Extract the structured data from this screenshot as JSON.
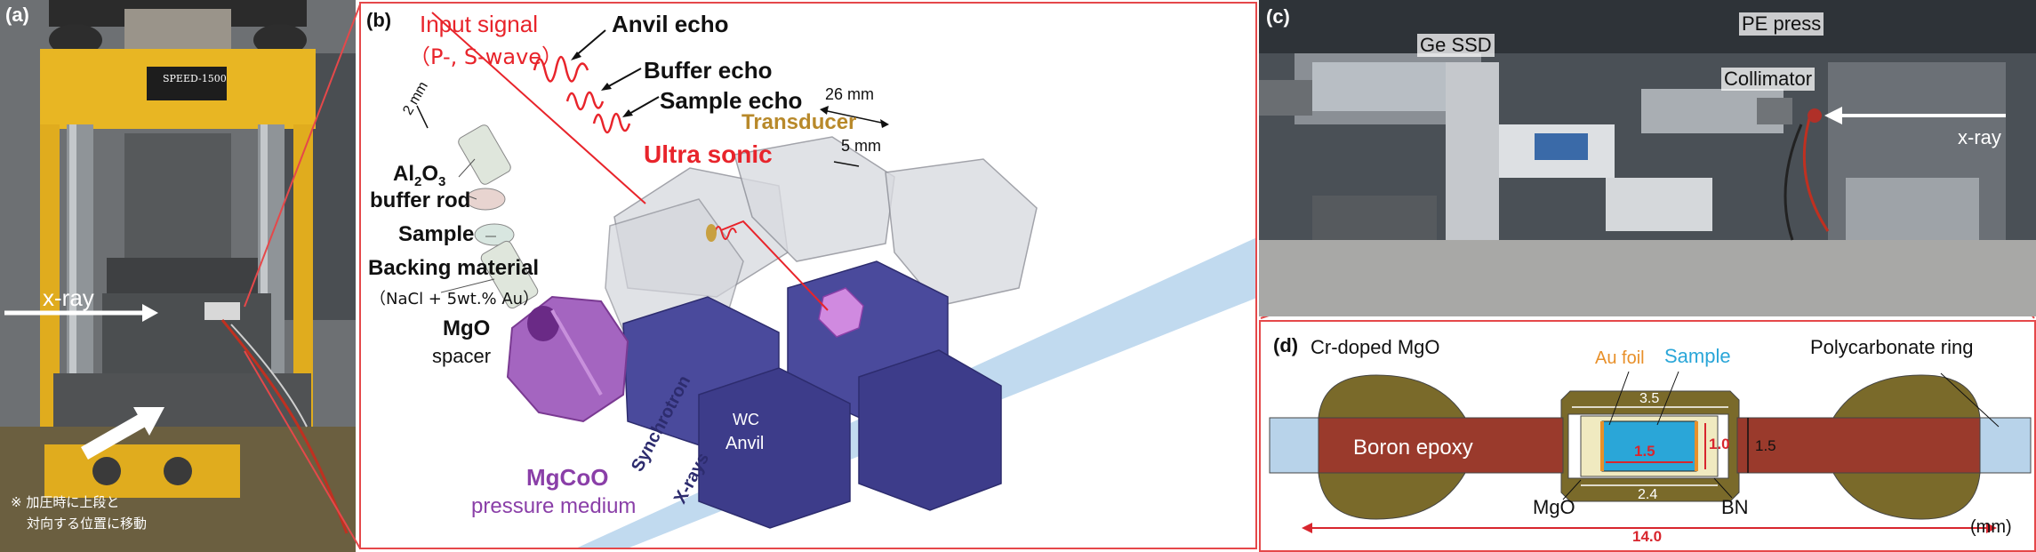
{
  "panel_a": {
    "tag": "(a)",
    "press_label": "SPEED-1500",
    "xray": "x-ray",
    "note_line1": "※ 加圧時に上段と",
    "note_line2": "対向する位置に移動"
  },
  "panel_b": {
    "tag": "(b)",
    "input_signal": "Input signal",
    "input_signal_sub": "（P-, S-wave）",
    "anvil_echo": "Anvil echo",
    "buffer_echo": "Buffer echo",
    "sample_echo": "Sample echo",
    "ultra_sonic": "Ultra sonic",
    "transducer": "Transducer",
    "dim_2mm": "2 mm",
    "dim_26mm": "26 mm",
    "dim_5mm": "5 mm",
    "buffer_rod_chem": "Al",
    "buffer_rod_sub2": "2",
    "buffer_rod_o": "O",
    "buffer_rod_sub3": "3",
    "buffer_rod": "buffer rod",
    "sample": "Sample",
    "backing": "Backing material",
    "backing_sub": "（NaCl + 5wt.% Au）",
    "mgo": "MgO",
    "spacer": "spacer",
    "mgcoo": "MgCoO",
    "pressure_medium": "pressure medium",
    "synchrotron": "Synchrotron",
    "xrays": "X-rays",
    "wc": "WC",
    "anvil": "Anvil",
    "colors": {
      "red": "#e8242b",
      "gold": "#b8892a",
      "purple": "#8a3fa8",
      "navy": "#3d3c8a"
    }
  },
  "panel_c": {
    "tag": "(c)",
    "ge_ssd": "Ge SSD",
    "pe_press": "PE press",
    "collimator": "Collimator",
    "xray": "x-ray"
  },
  "panel_d": {
    "tag": "(d)",
    "cr_mgo": "Cr-doped MgO",
    "au_foil": "Au foil",
    "sample": "Sample",
    "polycarbonate": "Polycarbonate ring",
    "boron_epoxy": "Boron epoxy",
    "v35": "3.5",
    "v15a": "1.5",
    "v10": "1.0",
    "v15b": "1.5",
    "v24": "2.4",
    "mgo": "MgO",
    "bn": "BN",
    "v140": "14.0",
    "unit": "(mm)",
    "colors": {
      "olive": "#7a6a2a",
      "brick": "#9a3a2c",
      "lightblue": "#b8d3ea",
      "orange": "#e8902a",
      "cyan": "#2aa6d8",
      "red": "#d8262e"
    }
  }
}
